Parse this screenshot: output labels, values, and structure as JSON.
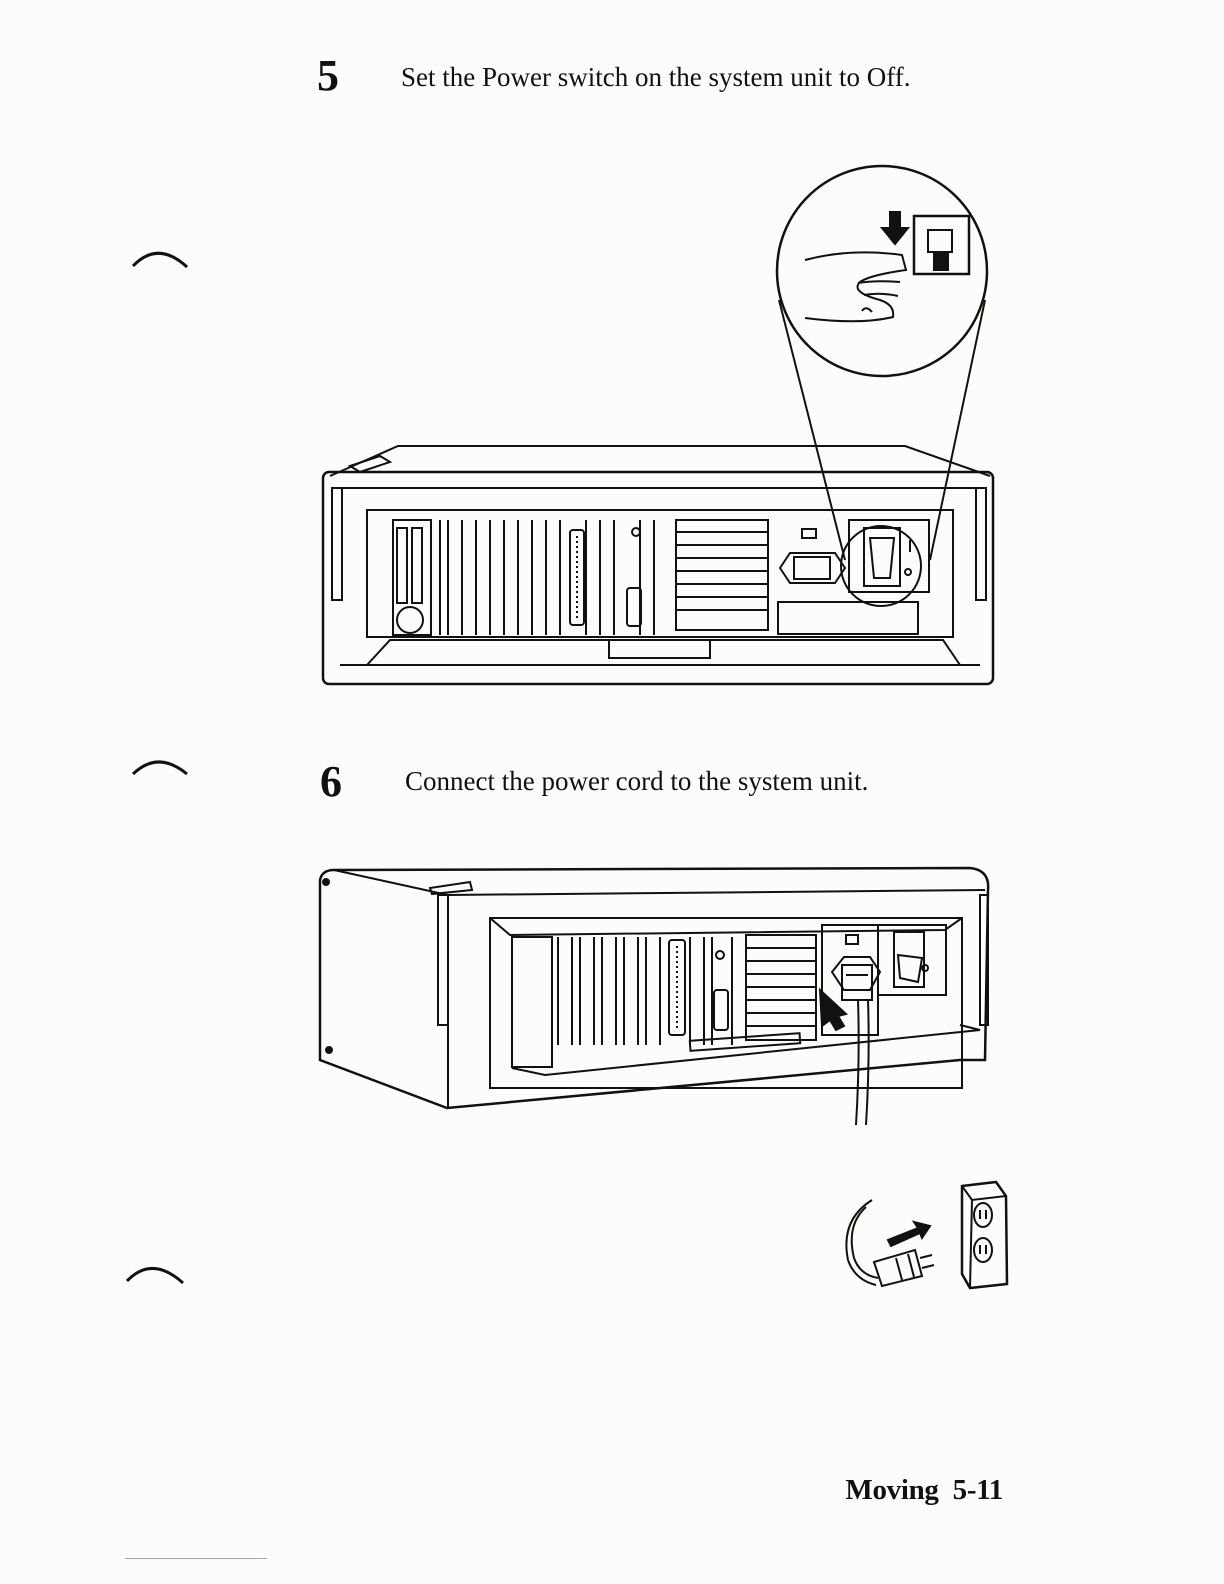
{
  "steps": [
    {
      "number": "5",
      "text": "Set the Power switch on the system unit to Off."
    },
    {
      "number": "6",
      "text": "Connect the power cord to the system unit."
    }
  ],
  "footer": {
    "section": "Moving",
    "page": "5-11"
  },
  "colors": {
    "ink": "#111111",
    "paper": "#fcfcfa"
  }
}
